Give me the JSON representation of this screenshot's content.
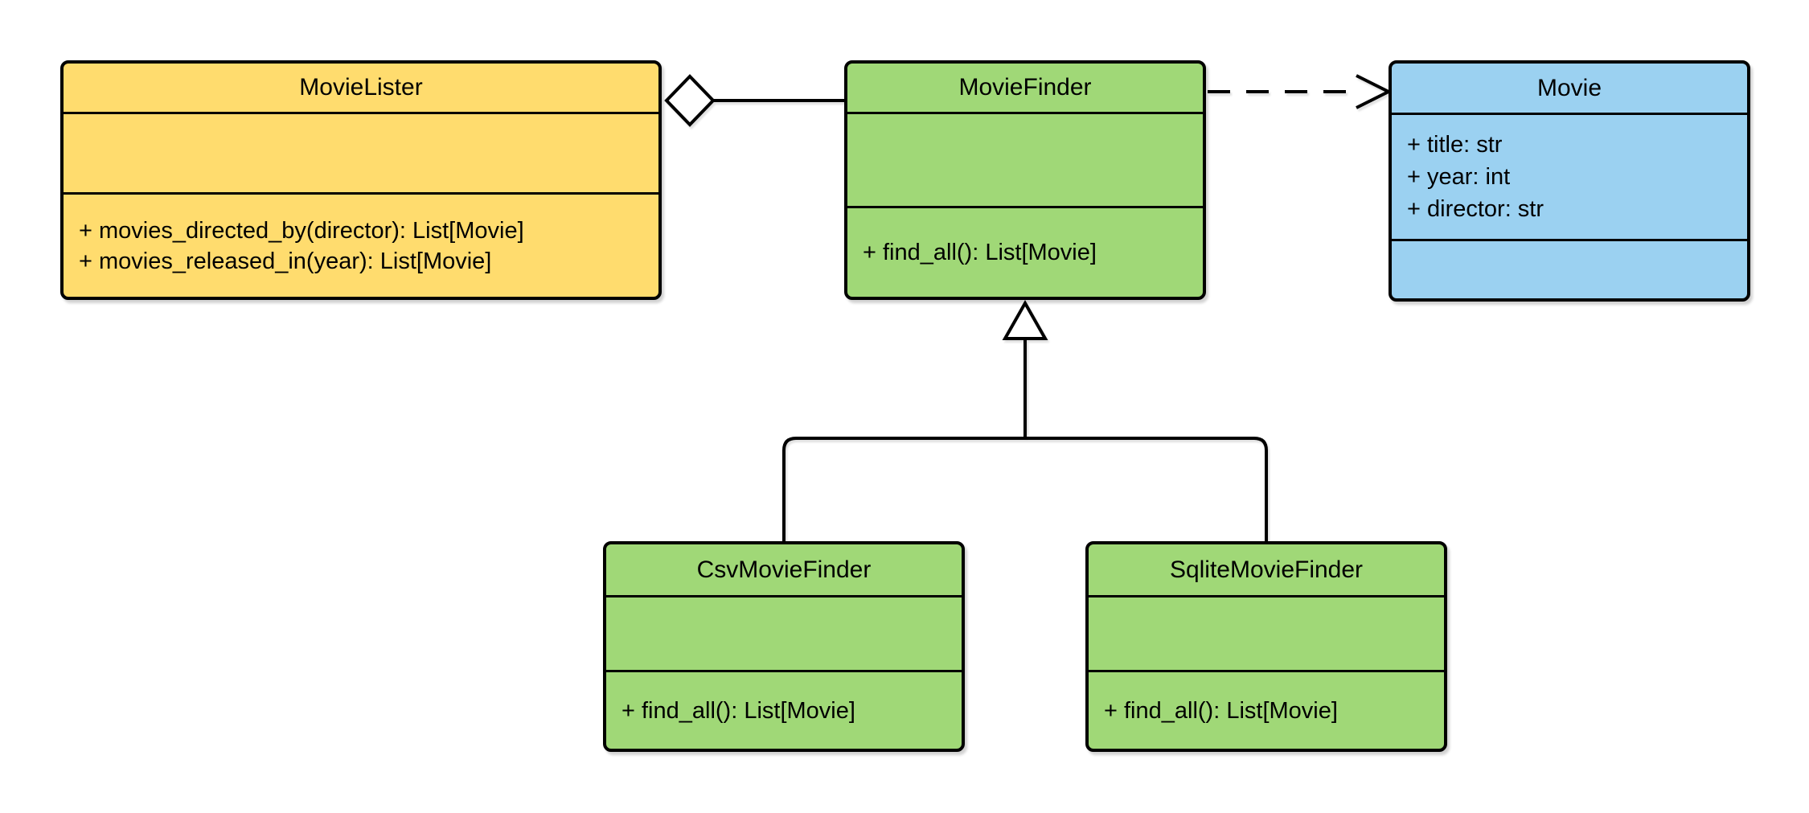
{
  "diagram": {
    "kind": "uml-class-diagram",
    "background": "#FFFFFF",
    "line_color": "#000000"
  },
  "colors": {
    "lister_fill": "#FFDC6E",
    "finder_fill": "#A0D877",
    "movie_fill": "#9BD1F1",
    "shape_stroke": "#000000"
  },
  "classes": [
    {
      "name": "MovieLister",
      "fill": "#FFDC6E",
      "attributes": [],
      "methods": [
        "+ movies_directed_by(director): List[Movie]",
        "+ movies_released_in(year): List[Movie]"
      ]
    },
    {
      "name": "MovieFinder",
      "fill": "#A0D877",
      "attributes": [],
      "methods": [
        "+ find_all(): List[Movie]"
      ]
    },
    {
      "name": "Movie",
      "fill": "#9BD1F1",
      "attributes": [
        "+ title: str",
        "+ year: int",
        "+ director: str"
      ],
      "methods": []
    },
    {
      "name": "CsvMovieFinder",
      "fill": "#A0D877",
      "attributes": [],
      "methods": [
        "+ find_all(): List[Movie]"
      ]
    },
    {
      "name": "SqliteMovieFinder",
      "fill": "#A0D877",
      "attributes": [],
      "methods": [
        "+ find_all(): List[Movie]"
      ]
    }
  ],
  "relationships": [
    {
      "type": "aggregation",
      "from": "MovieLister",
      "to": "MovieFinder"
    },
    {
      "type": "dependency",
      "from": "MovieFinder",
      "to": "Movie"
    },
    {
      "type": "inheritance",
      "from": "CsvMovieFinder",
      "to": "MovieFinder"
    },
    {
      "type": "inheritance",
      "from": "SqliteMovieFinder",
      "to": "MovieFinder"
    }
  ]
}
